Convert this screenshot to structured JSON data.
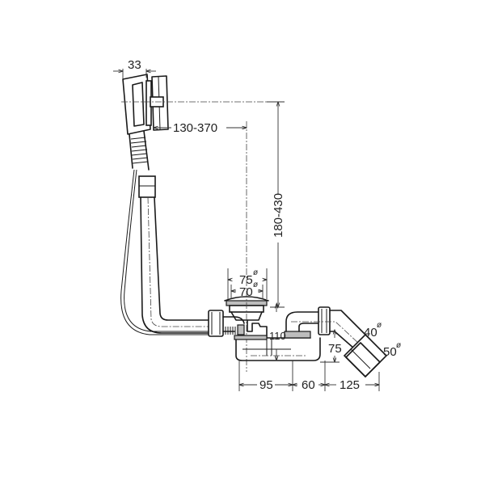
{
  "diagram": {
    "subject": "bath waste and overflow set with cable-operated drain",
    "units": "mm",
    "line_color": "#1a1a1a",
    "background": "#ffffff",
    "dimensions": {
      "overflow_depth": "33",
      "horizontal_offset": "130-370",
      "vertical_range": "180-430",
      "outer_diameter": "75",
      "outer_diameter_symbol": "ø",
      "inner_diameter": "70",
      "inner_diameter_symbol": "ø",
      "trap_height": "110",
      "outlet_height": "75",
      "bottom_span_1": "95",
      "bottom_span_2": "60",
      "bottom_span_3": "125",
      "outlet_diameter_small": "40",
      "outlet_diameter_small_symbol": "ø",
      "outlet_diameter_large": "50",
      "outlet_diameter_large_symbol": "ø"
    }
  }
}
